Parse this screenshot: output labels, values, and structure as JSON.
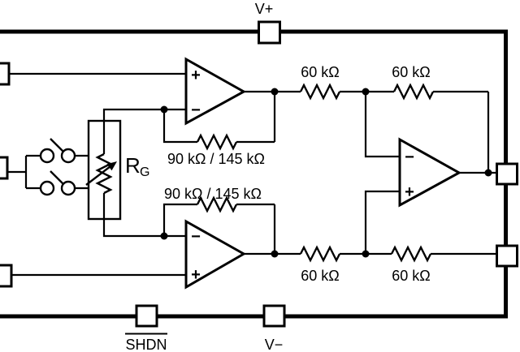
{
  "schematic": {
    "pins": {
      "v_plus": "V+",
      "shdn": "SHDN",
      "v_minus": "V−"
    },
    "resistors": {
      "top_feedback": "90 kΩ / 145 kΩ",
      "bottom_feedback": "90 kΩ / 145 kΩ",
      "top_row": [
        "60 kΩ",
        "60 kΩ"
      ],
      "bottom_row": [
        "60 kΩ",
        "60 kΩ"
      ],
      "gain": {
        "name": "R",
        "subscript": "G"
      }
    },
    "opamp_labels": {
      "plus": "+",
      "minus": "−"
    },
    "colors": {
      "ink": "#000000",
      "background": "#ffffff"
    }
  }
}
